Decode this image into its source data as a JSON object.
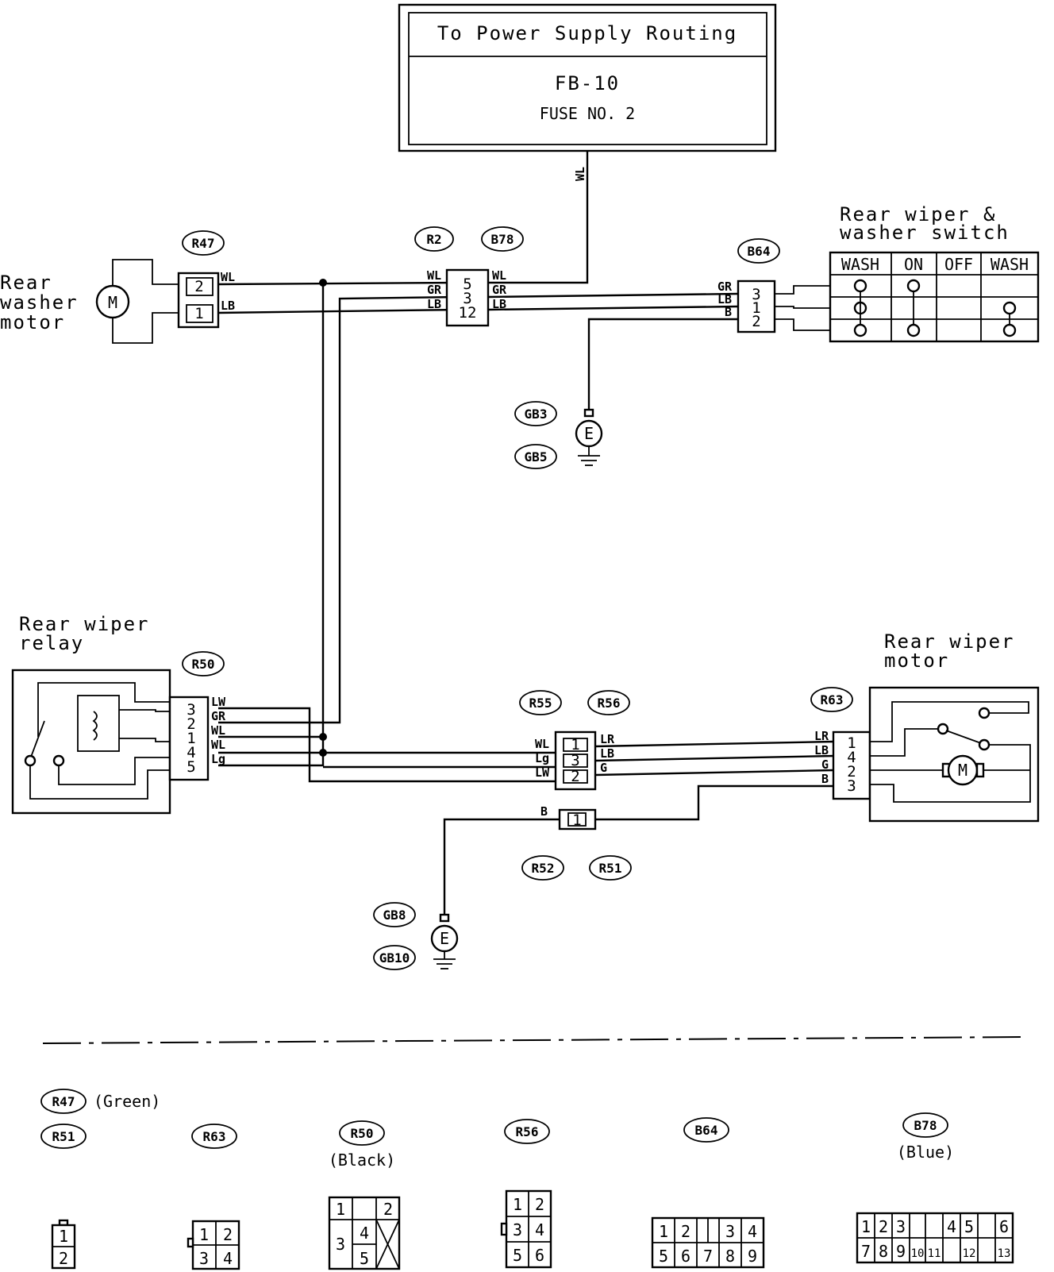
{
  "power_box": {
    "title": "To Power Supply Routing",
    "fuse_block": "FB-10",
    "fuse": "FUSE NO. 2"
  },
  "feed_wire": "WL",
  "components": {
    "washer_motor": [
      "Rear",
      "washer",
      "motor"
    ],
    "switch": [
      "Rear wiper &",
      "washer switch"
    ],
    "relay": [
      "Rear wiper",
      "relay"
    ],
    "wiper_motor": [
      "Rear wiper",
      "motor"
    ]
  },
  "switch_table": {
    "headers": [
      "WASH",
      "ON",
      "OFF",
      "WASH"
    ]
  },
  "motor_symbol": "M",
  "ground_symbol": "E",
  "connectors": {
    "R47": {
      "tag": "R47",
      "pins": [
        "2",
        "1"
      ],
      "wires": [
        "WL",
        "LB"
      ]
    },
    "R2": {
      "tag": "R2"
    },
    "B78": {
      "tag": "B78",
      "pins": [
        "5",
        "3",
        "12"
      ],
      "wires_left": [
        "WL",
        "GR",
        "LB"
      ],
      "wires_right": [
        "WL",
        "GR",
        "LB"
      ]
    },
    "B64": {
      "tag": "B64",
      "pins": [
        "3",
        "1",
        "2"
      ],
      "wires": [
        "GR",
        "LB",
        "B"
      ]
    },
    "GB3": {
      "tag": "GB3"
    },
    "GB5": {
      "tag": "GB5"
    },
    "R50": {
      "tag": "R50",
      "pins": [
        "3",
        "2",
        "1",
        "4",
        "5"
      ],
      "wires": [
        "LW",
        "GR",
        "WL",
        "WL",
        "Lg"
      ]
    },
    "R55": {
      "tag": "R55"
    },
    "R56": {
      "tag": "R56",
      "pins": [
        "1",
        "3",
        "2"
      ],
      "wires_left": [
        "WL",
        "Lg",
        "LW"
      ],
      "wires_right": [
        "LR",
        "LB",
        "G"
      ]
    },
    "R63": {
      "tag": "R63",
      "pins": [
        "1",
        "4",
        "2",
        "3"
      ],
      "wires": [
        "LR",
        "LB",
        "G",
        "B"
      ]
    },
    "R52": {
      "tag": "R52"
    },
    "R51": {
      "tag": "R51",
      "pins": [
        "1"
      ],
      "wires": [
        "B"
      ]
    },
    "GB8": {
      "tag": "GB8"
    },
    "GB10": {
      "tag": "GB10"
    }
  },
  "legend": {
    "r47": {
      "tag": "R47",
      "color": "(Green)"
    },
    "r51": {
      "tag": "R51",
      "pins": [
        "1",
        "2"
      ]
    },
    "r63": {
      "tag": "R63",
      "pins": [
        "1",
        "2",
        "3",
        "4"
      ]
    },
    "r50": {
      "tag": "R50",
      "color": "(Black)",
      "pins": [
        "1",
        "2",
        "3",
        "4",
        "5"
      ]
    },
    "r56": {
      "tag": "R56",
      "pins": [
        "1",
        "2",
        "3",
        "4",
        "5",
        "6"
      ]
    },
    "b64": {
      "tag": "B64",
      "pins": [
        "1",
        "2",
        "3",
        "4",
        "5",
        "6",
        "7",
        "8",
        "9"
      ]
    },
    "b78": {
      "tag": "B78",
      "color": "(Blue)",
      "pins": [
        "1",
        "2",
        "3",
        "4",
        "5",
        "6",
        "7",
        "8",
        "9",
        "10",
        "11",
        "12",
        "13"
      ]
    }
  }
}
